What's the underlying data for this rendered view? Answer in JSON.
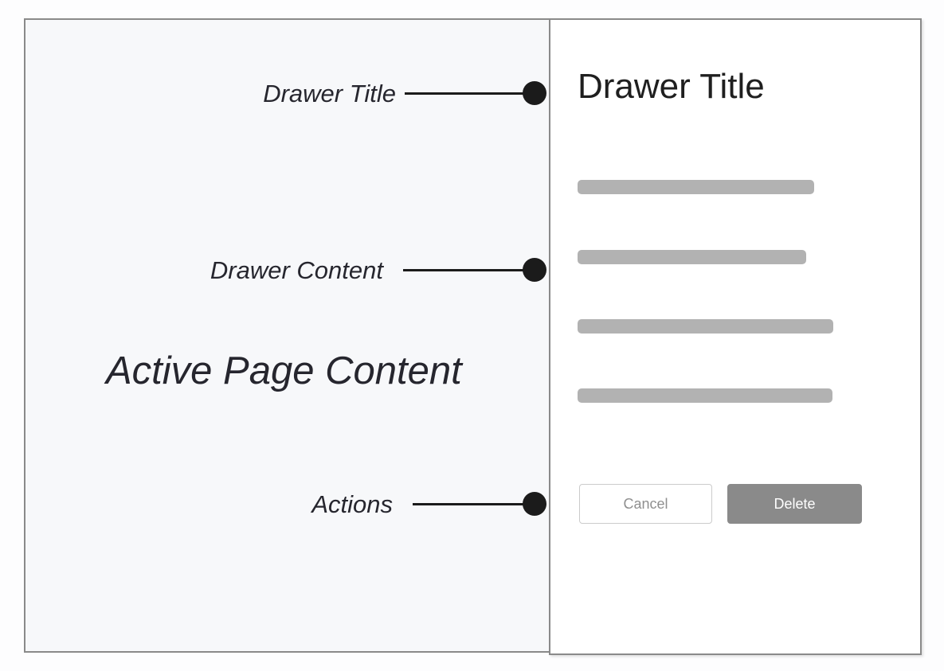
{
  "diagram": {
    "active_page_label": "Active Page Content",
    "callouts": [
      {
        "label": "Drawer Title"
      },
      {
        "label": "Drawer Content"
      },
      {
        "label": "Actions"
      }
    ]
  },
  "drawer": {
    "title": "Drawer Title",
    "content_placeholder_bars": 4,
    "actions": {
      "cancel_label": "Cancel",
      "delete_label": "Delete"
    }
  },
  "colors": {
    "page_background": "#fdfdfe",
    "active_page_background": "#f7f8fa",
    "frame_border": "#8a8a8a",
    "placeholder_bar": "#b2b2b2",
    "callout_ink": "#1b1b1b",
    "annotation_text": "#26262e",
    "drawer_title_text": "#1f1f1f",
    "cancel_text": "#8f8f8f",
    "delete_background": "#8a8a8a",
    "delete_text": "#ffffff"
  }
}
